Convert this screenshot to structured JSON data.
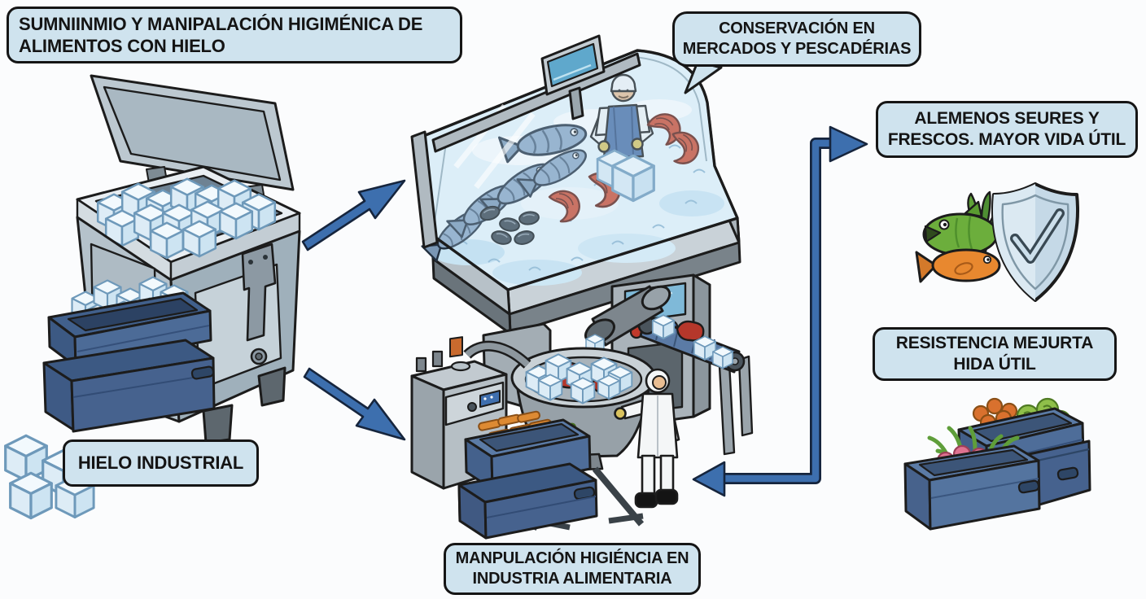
{
  "labels": {
    "title": "SUMNIINMIO Y MANIPALACIÓN HIGIMÉNICA DE\nALIMENTOS CON HIELO",
    "conservation": "CONSERVACIÓN EN\nMERCADOS Y PESCADÉRIAS",
    "benefits": "ALEMENOS SEURES Y\nFRESCOS. MAYOR VIDA ÚTIL",
    "resistance": "RESISTENCIA MEJURTA\nHIDA ÚTIL",
    "ice_supply": "HIELO INDUSTRIAL",
    "handling": "MANPULACIÓN HIGIÉNCIA EN\nINDUSTRIA ALIMENTARIA"
  },
  "style": {
    "page_bg": "#fbfcfd",
    "label_bg": "#cfe3ee",
    "label_border": "#151515",
    "text_color": "#141414",
    "arrow_fill": "#3d6fae",
    "arrow_outline": "#16253d"
  },
  "figures": [
    "industrial-ice-chest",
    "ice-crates",
    "fish-market-display-counter",
    "food-processing-machine",
    "fresh-food-shield-check-icon",
    "vegetable-crates"
  ],
  "flow": [
    "ice-chest to market-counter",
    "ice-chest to industry-machine",
    "connector between benefits-box and industry-machine"
  ]
}
